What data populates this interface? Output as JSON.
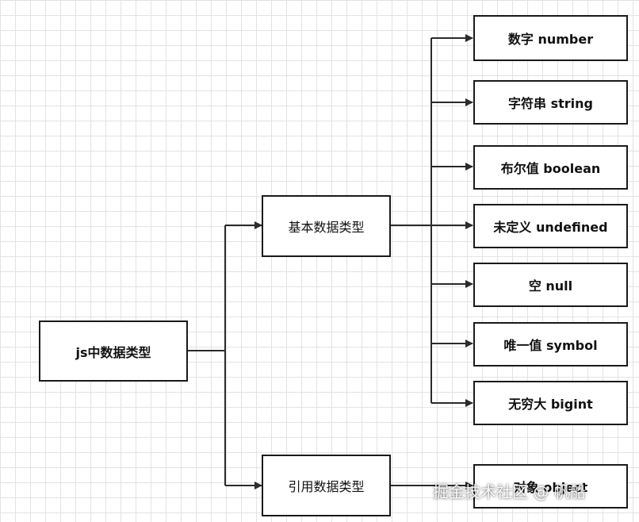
{
  "diagram": {
    "root": "js中数据类型",
    "primitive": {
      "label": "基本数据类型",
      "items": [
        "数字 number",
        "字符串 string",
        "布尔值 boolean",
        "未定义 undefined",
        "空 null",
        "唯一值 symbol",
        "无穷大 bigint"
      ]
    },
    "reference": {
      "label": "引用数据类型",
      "items": [
        "对象 object"
      ]
    }
  },
  "watermark": "掘金技术社区 @ 帆船",
  "colors": {
    "line": "#2b2b2b",
    "border": "#1a1a1a",
    "grid": "#e3e3e3"
  }
}
